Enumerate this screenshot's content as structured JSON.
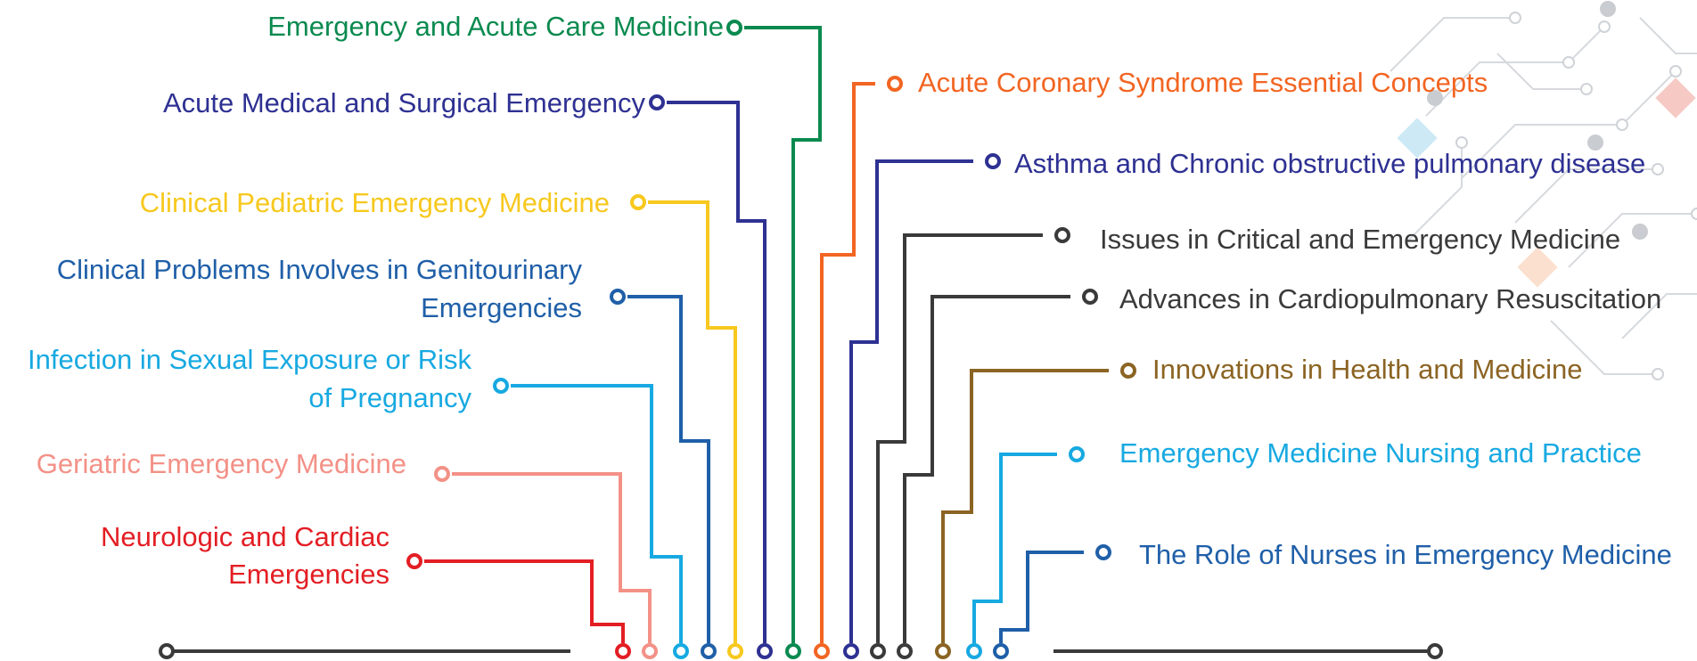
{
  "topics_left": [
    {
      "lines": [
        "Emergency and Acute Care Medicine"
      ],
      "color": "#0a8a4f"
    },
    {
      "lines": [
        "Acute Medical and Surgical Emergency"
      ],
      "color": "#2e3192"
    },
    {
      "lines": [
        "Clinical Pediatric Emergency Medicine"
      ],
      "color": "#f7c81e"
    },
    {
      "lines": [
        "Clinical Problems Involves in Genitourinary",
        "Emergencies"
      ],
      "color": "#1f5fa8"
    },
    {
      "lines": [
        "Infection in Sexual Exposure or Risk",
        "of Pregnancy"
      ],
      "color": "#17a9e1"
    },
    {
      "lines": [
        "Geriatric Emergency Medicine"
      ],
      "color": "#f39187"
    },
    {
      "lines": [
        "Neurologic and Cardiac",
        "Emergencies"
      ],
      "color": "#e31e24"
    }
  ],
  "topics_right": [
    {
      "lines": [
        "Acute Coronary Syndrome Essential Concepts"
      ],
      "color": "#f26522"
    },
    {
      "lines": [
        "Asthma and Chronic obstructive pulmonary disease"
      ],
      "color": "#2e3192"
    },
    {
      "lines": [
        "Issues in Critical and Emergency Medicine"
      ],
      "color": "#3a3a3a"
    },
    {
      "lines": [
        "Advances in Cardiopulmonary Resuscitation"
      ],
      "color": "#3a3a3a"
    },
    {
      "lines": [
        "Innovations in Health and Medicine"
      ],
      "color": "#8b6423"
    },
    {
      "lines": [
        "Emergency Medicine Nursing and Practice"
      ],
      "color": "#17a9e1"
    },
    {
      "lines": [
        "The Role of Nurses in Emergency Medicine"
      ],
      "color": "#1f5fa8"
    }
  ],
  "baseline_color": "#3a3a3a"
}
